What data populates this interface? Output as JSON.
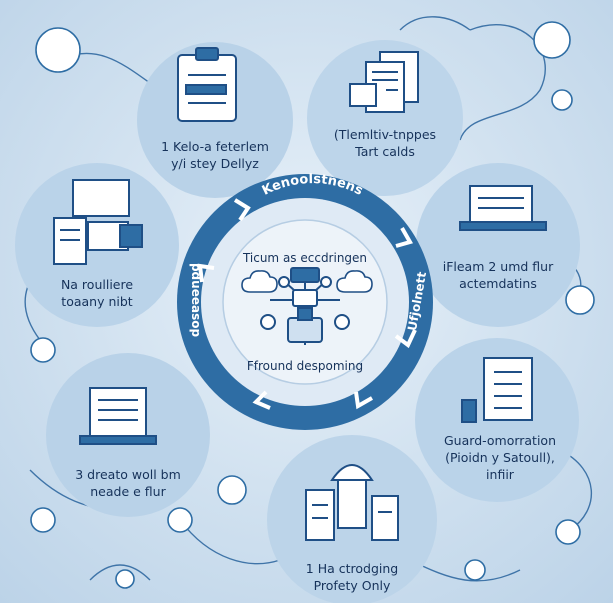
{
  "ring": {
    "top": "Kenoolstnens",
    "left": "pdueeasop",
    "right": "Ufjolnett"
  },
  "center": {
    "top": "Ticum as eccdringen",
    "bottom": "Ffround despoming"
  },
  "nodes": [
    {
      "line1": "1 Kelo-a feterlem",
      "line2": "y/i stey Dellyz"
    },
    {
      "line1": "(Tlemltiv-tnppes",
      "line2": "Tart calds"
    },
    {
      "line1": "Na roulliere",
      "line2": "toaany nibt"
    },
    {
      "line1": "iFleam 2 umd flur",
      "line2": "actemdatins"
    },
    {
      "line1": "3 dreato woll bm",
      "line2": "neade e flur"
    },
    {
      "line1": "Guard-omorration",
      "line2": "(Pioidn y Satoull),",
      "line3": "infiir"
    },
    {
      "line1": "1 Ha ctrodging",
      "line2": "Profety Only"
    }
  ],
  "colors": {
    "ring": "#2e6da4",
    "ink": "#16325a",
    "bubble": "#b9d2e8",
    "line": "#3f74a8"
  },
  "icons": [
    "clipboard-icon",
    "documents-icon",
    "computer-icon",
    "laptop-icon",
    "checklist-icon",
    "buildings-icon",
    "network-hub-icon",
    "cloud-icon",
    "clock-icon",
    "sun-icon"
  ]
}
